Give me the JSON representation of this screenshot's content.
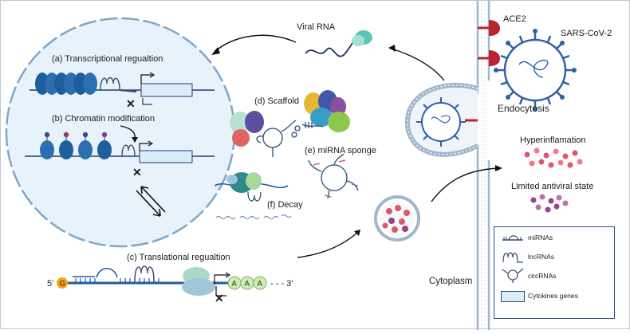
{
  "labels": {
    "transcriptional": "(a) Transcriptional regualtion",
    "chromatin": "(b) Chromatin modification",
    "translational": "(c) Translational regualtion",
    "scaffold": "(d) Scaffold",
    "mirna_sponge": "(e) miRNA sponge",
    "decay": "(f) Decay",
    "viral_rna": "Viral RNA",
    "ace2": "ACE2",
    "sars": "SARS-CoV-2",
    "endocytosis": "Endocytosis",
    "hyperinflammation": "Hyperinflamation",
    "antiviral": "Limited antiviral state",
    "cytoplasm": "Cytoplasm",
    "five_prime": "5'",
    "three_prime": "- - - 3'",
    "cap": "G",
    "polyA": "A"
  },
  "legend": {
    "items": [
      "miRNAs",
      "lncRNAs",
      "circRNAs",
      "Cytokines genes"
    ]
  },
  "colors": {
    "nucleus_fill": "#e8f2fb",
    "nucleus_border": "#7fa6c9",
    "histone": "#2a6fb0",
    "dna": "#1d3c6e",
    "gene_box": "#d9ecf8",
    "membrane": "#9fb6cc",
    "virus_spike": "#2f5fa8",
    "ace2": "#b8232e",
    "inflam": "#e0566b",
    "antiviral": "#9c3f8e",
    "polyA": "#cdeeb0"
  }
}
